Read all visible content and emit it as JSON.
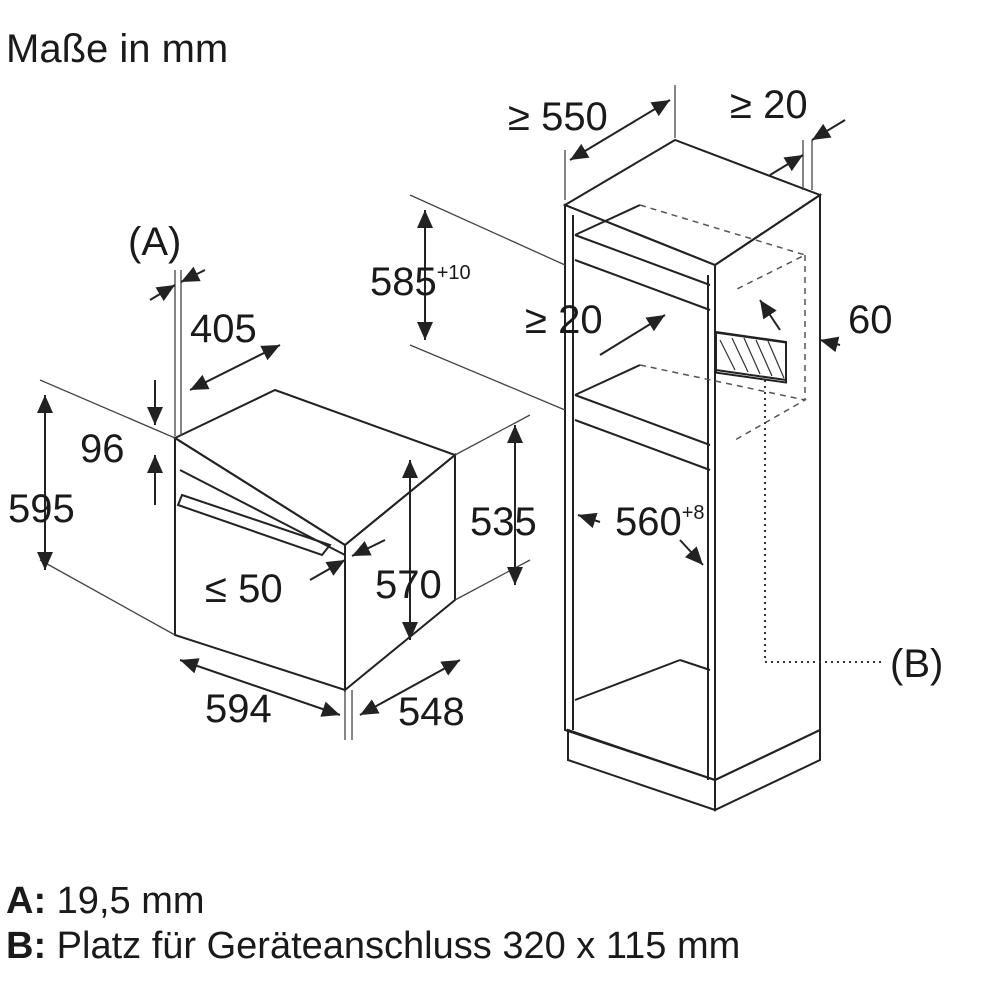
{
  "title": "Maße in mm",
  "oven": {
    "label_a": "(A)",
    "depth_top": "405",
    "panel_height": "96",
    "height_total": "595",
    "door_gap": "≤ 50",
    "height_body": "570",
    "height_side": "535",
    "width": "594",
    "depth": "548"
  },
  "cabinet": {
    "depth_min": "≥ 550",
    "back_gap_top": "≥ 20",
    "niche_height": "585",
    "niche_height_tol": "+10",
    "vent_gap": "≥ 20",
    "vent_depth": "60",
    "niche_width": "560",
    "niche_width_tol": "+8",
    "label_b": "(B)"
  },
  "legend": [
    {
      "key": "A:",
      "text": "19,5 mm"
    },
    {
      "key": "B:",
      "text": "Platz für Geräteanschluss 320 x 115 mm"
    }
  ]
}
